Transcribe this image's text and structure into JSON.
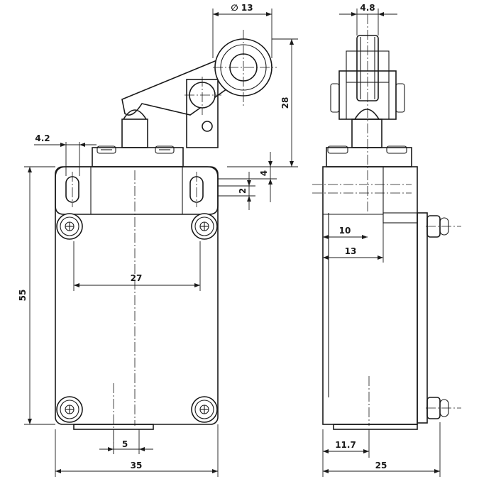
{
  "dimensions": {
    "roller_diameter": "∅ 13",
    "roller_width": "4.8",
    "lever_height": "28",
    "mount_hole_offset": "4.2",
    "slot_pitch": "4",
    "slot_width": "2",
    "body_height": "55",
    "screw_spacing": "27",
    "plunger_offset": "5",
    "body_width": "35",
    "side_depth_10": "10",
    "side_depth_13": "13",
    "bottom_offset": "11.7",
    "side_width": "25"
  }
}
